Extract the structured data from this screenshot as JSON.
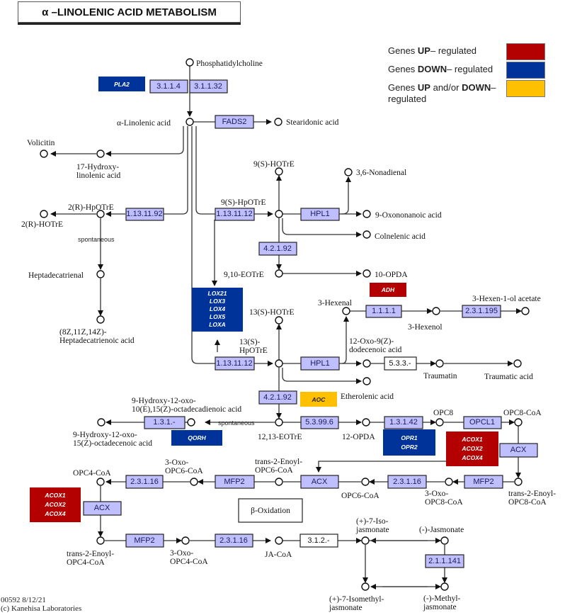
{
  "title": "α –LINOLENIC ACID METABOLISM",
  "legend": [
    {
      "label_parts": [
        "Genes ",
        "UP",
        "– regulated"
      ],
      "color": "#b30000"
    },
    {
      "label_parts": [
        "Genes ",
        "DOWN",
        "– regulated"
      ],
      "color": "#003399"
    },
    {
      "label_parts": [
        "Genes ",
        "UP",
        " and/or ",
        "DOWN",
        "– regulated"
      ],
      "color": "#ffc000"
    }
  ],
  "colors": {
    "enzyme_fill": "#bfbfff",
    "up": "#b30000",
    "down": "#003399",
    "both": "#ffc000"
  },
  "compounds": {
    "phosphatidylcholine": "Phosphatidylcholine",
    "alpha_linolenic": "α-Linolenic acid",
    "stearidonic": "Stearidonic acid",
    "volicitin": "Volicitin",
    "hydroxy17_a": "17-Hydroxy-",
    "hydroxy17_b": "linolenic acid",
    "hpotre2r": "2(R)-HpOTrE",
    "hotre2r": "2(R)-HOTrE",
    "spontaneous": "spontaneous",
    "heptadecatrienal": "Heptadecatrienal",
    "heptadeca_acid_a": "(8Z,11Z,14Z)-",
    "heptadeca_acid_b": "Heptadecatrienoic acid",
    "hotre9s": "9(S)-HOTrE",
    "hpotre9s": "9(S)-HpOTrE",
    "nonadienal": "3,6-Nonadienal",
    "oxononanoic": "9-Oxononanoic acid",
    "colnelenic": "Colnelenic acid",
    "eotre910": "9,10-EOTrE",
    "opda10": "10-OPDA",
    "hotre13s": "13(S)-HOTrE",
    "hpotre13s_a": "13(S)-",
    "hpotre13s_b": "HpOTrE",
    "hexenal": "3-Hexenal",
    "hexenol": "3-Hexenol",
    "hexenol_acetate": "3-Hexen-1-ol acetate",
    "oxododecenoic_a": "12-Oxo-9(Z)-",
    "oxododecenoic_b": "dodecenoic acid",
    "traumatin": "Traumatin",
    "traumatic": "Traumatic acid",
    "etherolenic": "Etherolenic acid",
    "hydroxyoxo_diene_a": "9-Hydroxy-12-oxo-",
    "hydroxyoxo_diene_b": "10(E),15(Z)-octadecadienoic acid",
    "hydroxyoxo_ene_a": "9-Hydroxy-12-oxo-",
    "hydroxyoxo_ene_b": "15(Z)-octadecenoic acid",
    "spontaneous2": "spontaneous",
    "eotre1213": "12,13-EOTrE",
    "opda12": "12-OPDA",
    "opc8": "OPC8",
    "opc8coa": "OPC8-CoA",
    "trans2enoyl_opc8_a": "trans-2-Enoyl-",
    "trans2enoyl_opc8_b": "OPC8-CoA",
    "oxo_opc8_a": "3-Oxo-",
    "oxo_opc8_b": "OPC8-CoA",
    "opc6coa": "OPC6-CoA",
    "trans2enoyl_opc6_a": "trans-2-Enoyl-",
    "trans2enoyl_opc6_b": "OPC6-CoA",
    "oxo_opc6_a": "3-Oxo-",
    "oxo_opc6_b": "OPC6-CoA",
    "opc4coa": "OPC4-CoA",
    "trans2enoyl_opc4_a": "trans-2-Enoyl-",
    "trans2enoyl_opc4_b": "OPC4-CoA",
    "oxo_opc4_a": "3-Oxo-",
    "oxo_opc4_b": "OPC4-CoA",
    "jacoa": "JA-CoA",
    "isojasmonate_a": "(+)-7-Iso-",
    "isojasmonate_b": "jasmonate",
    "jasmonate": "(-)-Jasmonate",
    "isomethyl_a": "(+)-7-Isomethyl-",
    "isomethyl_b": "jasmonate",
    "methyljas_a": "(-)-Methyl-",
    "methyljas_b": "jasmonate"
  },
  "enzymes": {
    "e3114": "3.1.1.4",
    "e31132": "3.1.1.32",
    "fads2": "FADS2",
    "e113_1192": "1.13.11.92",
    "e113_1112a": "1.13.11.12",
    "hpl1a": "HPL1",
    "e42192a": "4.2.1.92",
    "e1111": "1.1.1.1",
    "e231195": "2.3.1.195",
    "e113_1112b": "1.13.11.12",
    "hpl1b": "HPL1",
    "e533": "5.3.3.-",
    "e42192b": "4.2.1.92",
    "e131": "1.3.1.-",
    "e53996": "5.3.99.6",
    "e13142": "1.3.1.42",
    "opcl1": "OPCL1",
    "acx1": "ACX",
    "mfp2a": "MFP2",
    "e23116a": "2.3.1.16",
    "acx2": "ACX",
    "mfp2b": "MFP2",
    "e23116b": "2.3.1.16",
    "acx3": "ACX",
    "mfp2c": "MFP2",
    "e23116c": "2.3.1.16",
    "e312": "3.1.2.-",
    "e211141": "2.1.1.141"
  },
  "gene_boxes": {
    "pla2": {
      "genes": [
        "PLA2"
      ],
      "regulation": "down"
    },
    "lox": {
      "genes": [
        "LOX21",
        "LOX3",
        "LOX4",
        "LOX5",
        "LOXA"
      ],
      "regulation": "down"
    },
    "adh": {
      "genes": [
        "ADH"
      ],
      "regulation": "up"
    },
    "aoc": {
      "genes": [
        "AOC"
      ],
      "regulation": "both"
    },
    "qorh": {
      "genes": [
        "QORH"
      ],
      "regulation": "down"
    },
    "opr": {
      "genes": [
        "OPR1",
        "OPR2"
      ],
      "regulation": "down"
    },
    "acox_right": {
      "genes": [
        "ACOX1",
        "ACOX2",
        "ACOX4"
      ],
      "regulation": "up"
    },
    "acox_left": {
      "genes": [
        "ACOX1",
        "ACOX2",
        "ACOX4"
      ],
      "regulation": "up"
    }
  },
  "beta_oxidation": "β-Oxidation",
  "footer": {
    "map_id": "00592 8/12/21",
    "copyright": "(c) Kanehisa Laboratories"
  }
}
